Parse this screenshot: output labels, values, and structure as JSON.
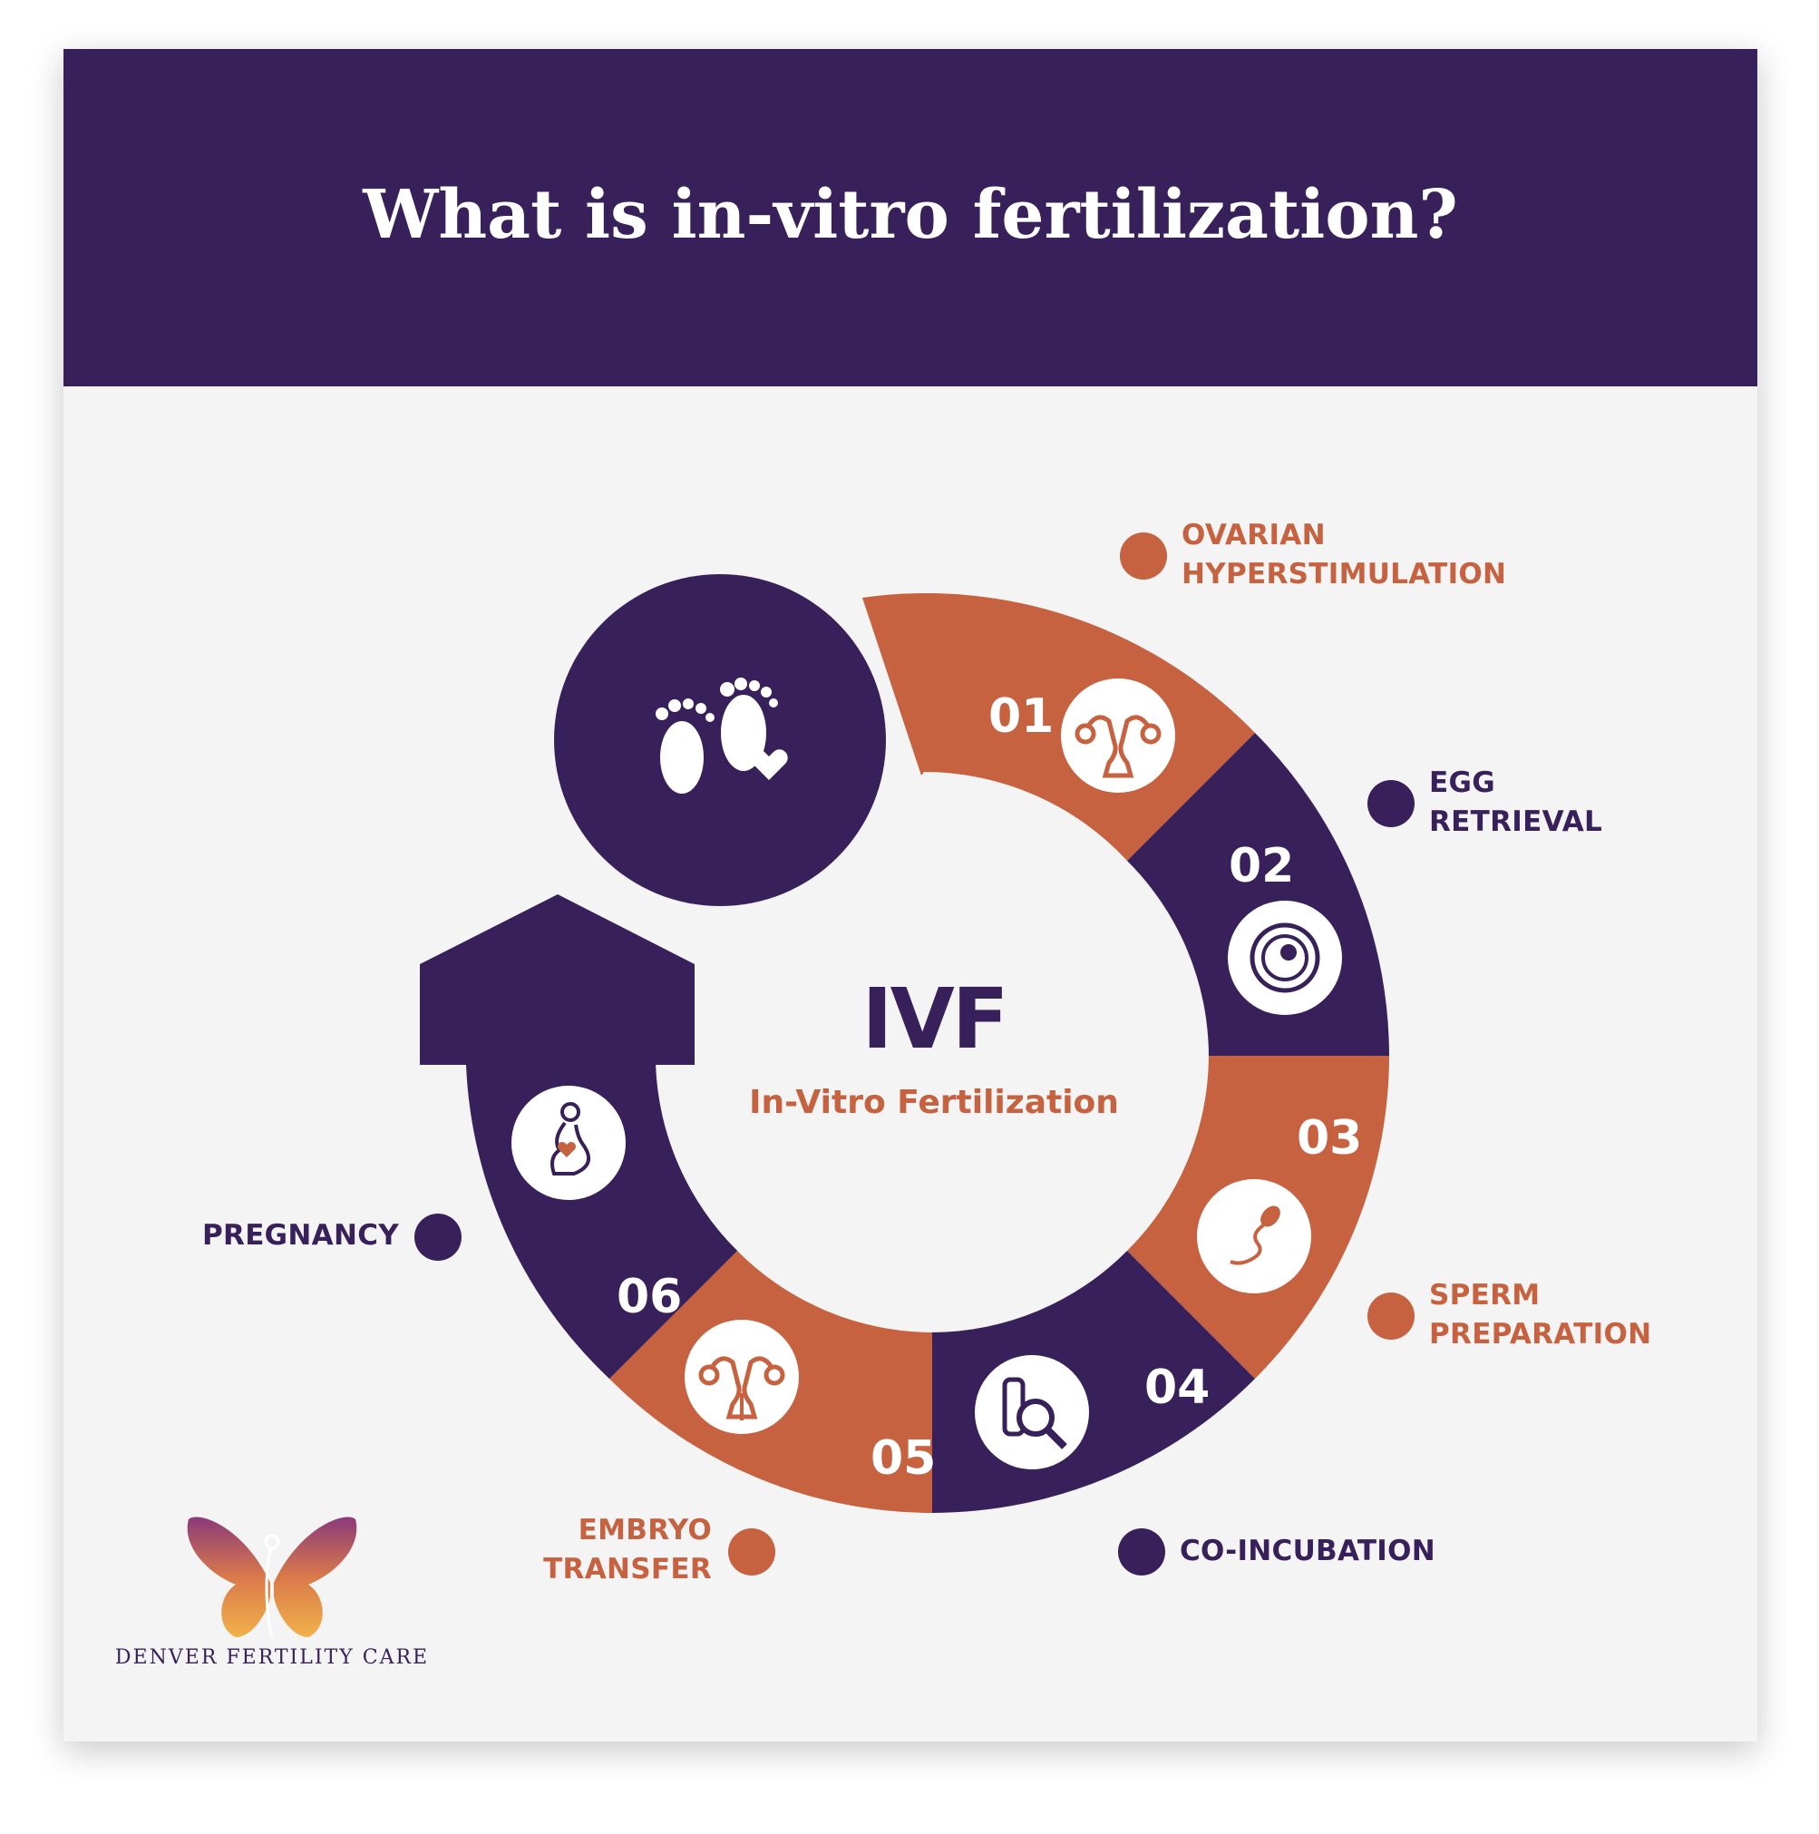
{
  "header": {
    "title": "What is in-vitro fertilization?"
  },
  "center": {
    "title": "IVF",
    "subtitle": "In-Vitro Fertilization"
  },
  "steps": [
    {
      "number": "01",
      "line1": "OVARIAN",
      "line2": "HYPERSTIMULATION",
      "icon": "uterus-icon",
      "color": "#c6623f"
    },
    {
      "number": "02",
      "line1": "EGG",
      "line2": "RETRIEVAL",
      "icon": "egg-cell-icon",
      "color": "#38205a"
    },
    {
      "number": "03",
      "line1": "SPERM",
      "line2": "PREPARATION",
      "icon": "sperm-icon",
      "color": "#c6623f"
    },
    {
      "number": "04",
      "line1": "CO-INCUBATION",
      "line2": "",
      "icon": "test-tube-magnifier-icon",
      "color": "#38205a"
    },
    {
      "number": "05",
      "line1": "EMBRYO",
      "line2": "TRANSFER",
      "icon": "uterus-transfer-icon",
      "color": "#c6623f"
    },
    {
      "number": "06",
      "line1": "PREGNANCY",
      "line2": "",
      "icon": "pregnant-woman-icon",
      "color": "#38205a"
    }
  ],
  "top_circle": {
    "icon": "baby-footprints-icon"
  },
  "brand": {
    "name": "DENVER FERTILITY CARE",
    "logo": "butterfly-logo-icon"
  },
  "colors": {
    "purple": "#38205a",
    "orange": "#c6623f",
    "background": "#f4f4f4",
    "white": "#ffffff"
  }
}
